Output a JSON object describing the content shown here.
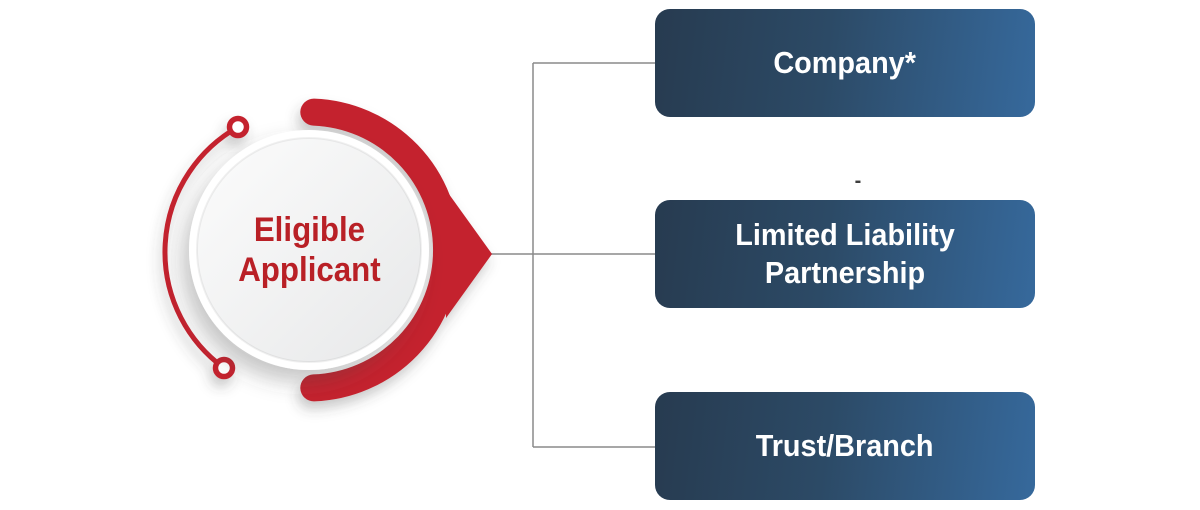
{
  "diagram": {
    "type": "radial-branch-infographic",
    "center_node": {
      "line1": "Eligible",
      "line2": "Applicant"
    },
    "branches": [
      {
        "label": "Company*"
      },
      {
        "label": "Limited Liability Partnership"
      },
      {
        "label": "Trust/Branch"
      }
    ],
    "stray_mark": "-",
    "colors": {
      "accent_red": "#c4212e",
      "center_text_red": "#b92026",
      "box_gradient_left": "#273b50",
      "box_gradient_right": "#36699c",
      "box_text": "#ffffff",
      "connector_line": "#8a8a8a",
      "background": "#ffffff"
    }
  }
}
